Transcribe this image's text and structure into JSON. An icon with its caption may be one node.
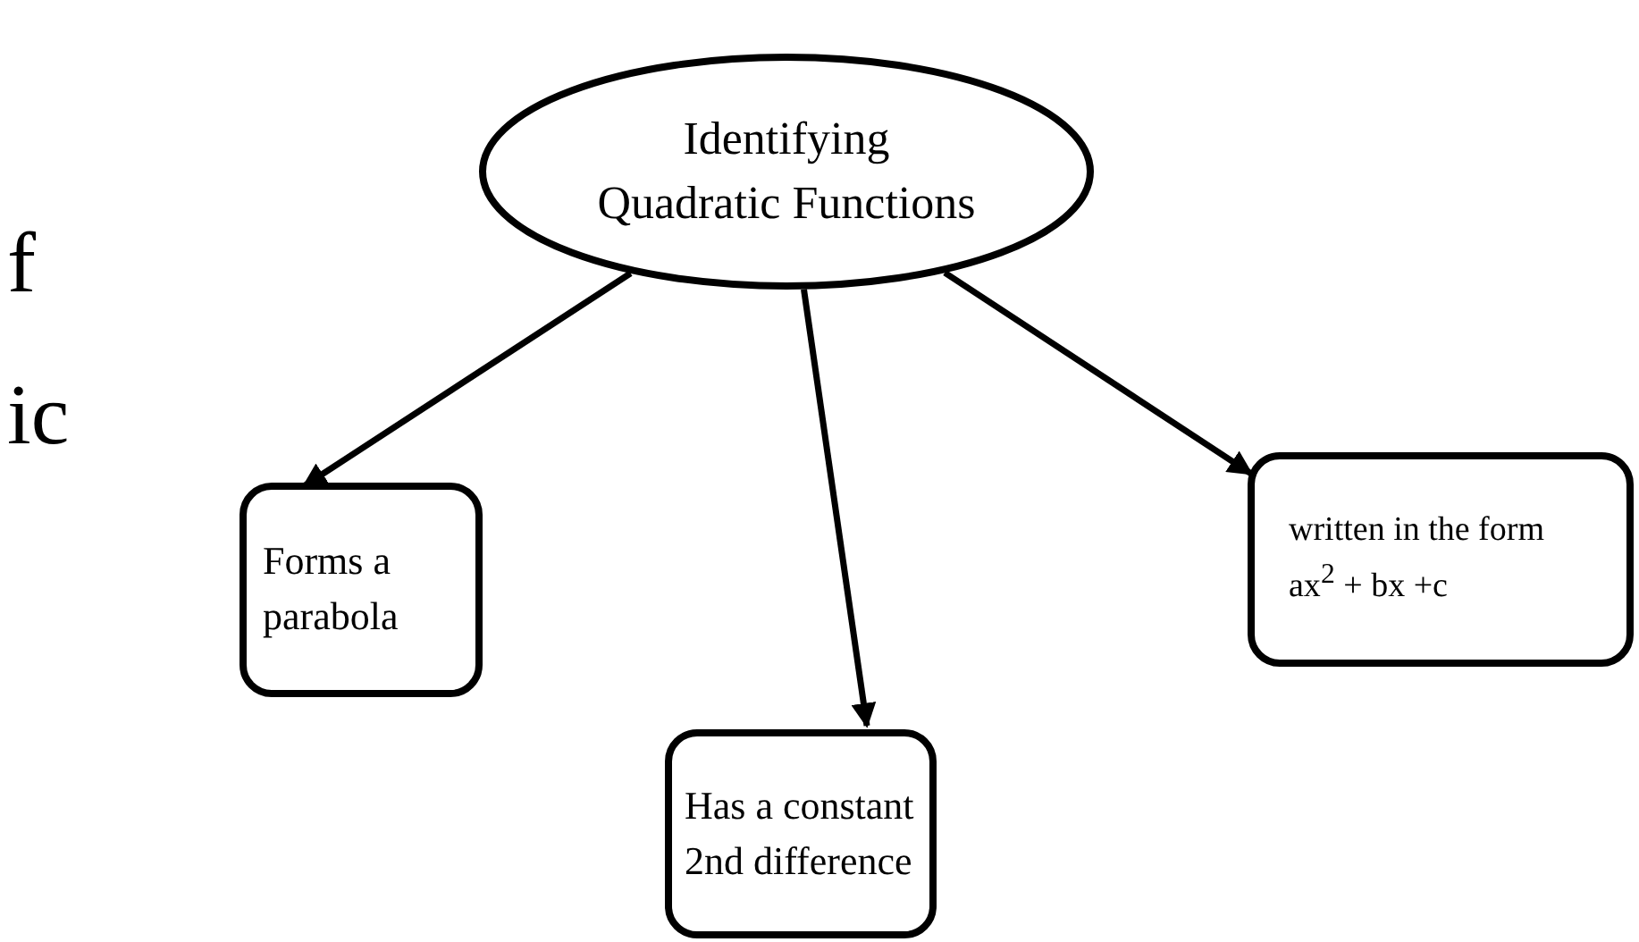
{
  "diagram": {
    "nodes": [
      {
        "text": [
          "Identifying Quadratic Functions"
        ]
      },
      {
        "text": [
          "Forms a parabola"
        ]
      },
      {
        "text": [
          "Has a constant 2nd difference"
        ]
      },
      {
        "text": [
          "written in the form ax$^{2}$ + bx +c"
        ]
      }
    ],
    "edges": [
      {
        "from": 0,
        "to": 1,
        "arrow": "to"
      },
      {
        "from": 0,
        "to": 2,
        "arrow": "to"
      },
      {
        "from": 0,
        "to": 3,
        "arrow": "to"
      }
    ],
    "labels": [
      "f",
      "ic"
    ]
  }
}
